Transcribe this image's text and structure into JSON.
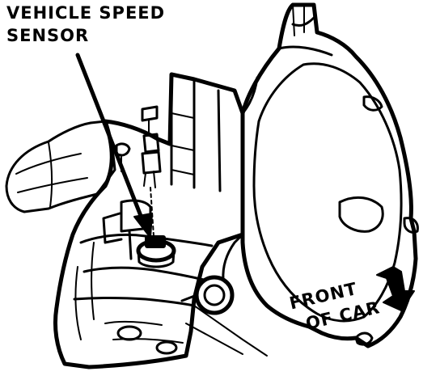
{
  "labels": {
    "callout_line1": "VEHICLE SPEED",
    "callout_line2": "SENSOR",
    "direction_line1": "FRONT",
    "direction_line2": "OF CAR"
  },
  "colors": {
    "ink": "#000000",
    "paper": "#ffffff"
  }
}
